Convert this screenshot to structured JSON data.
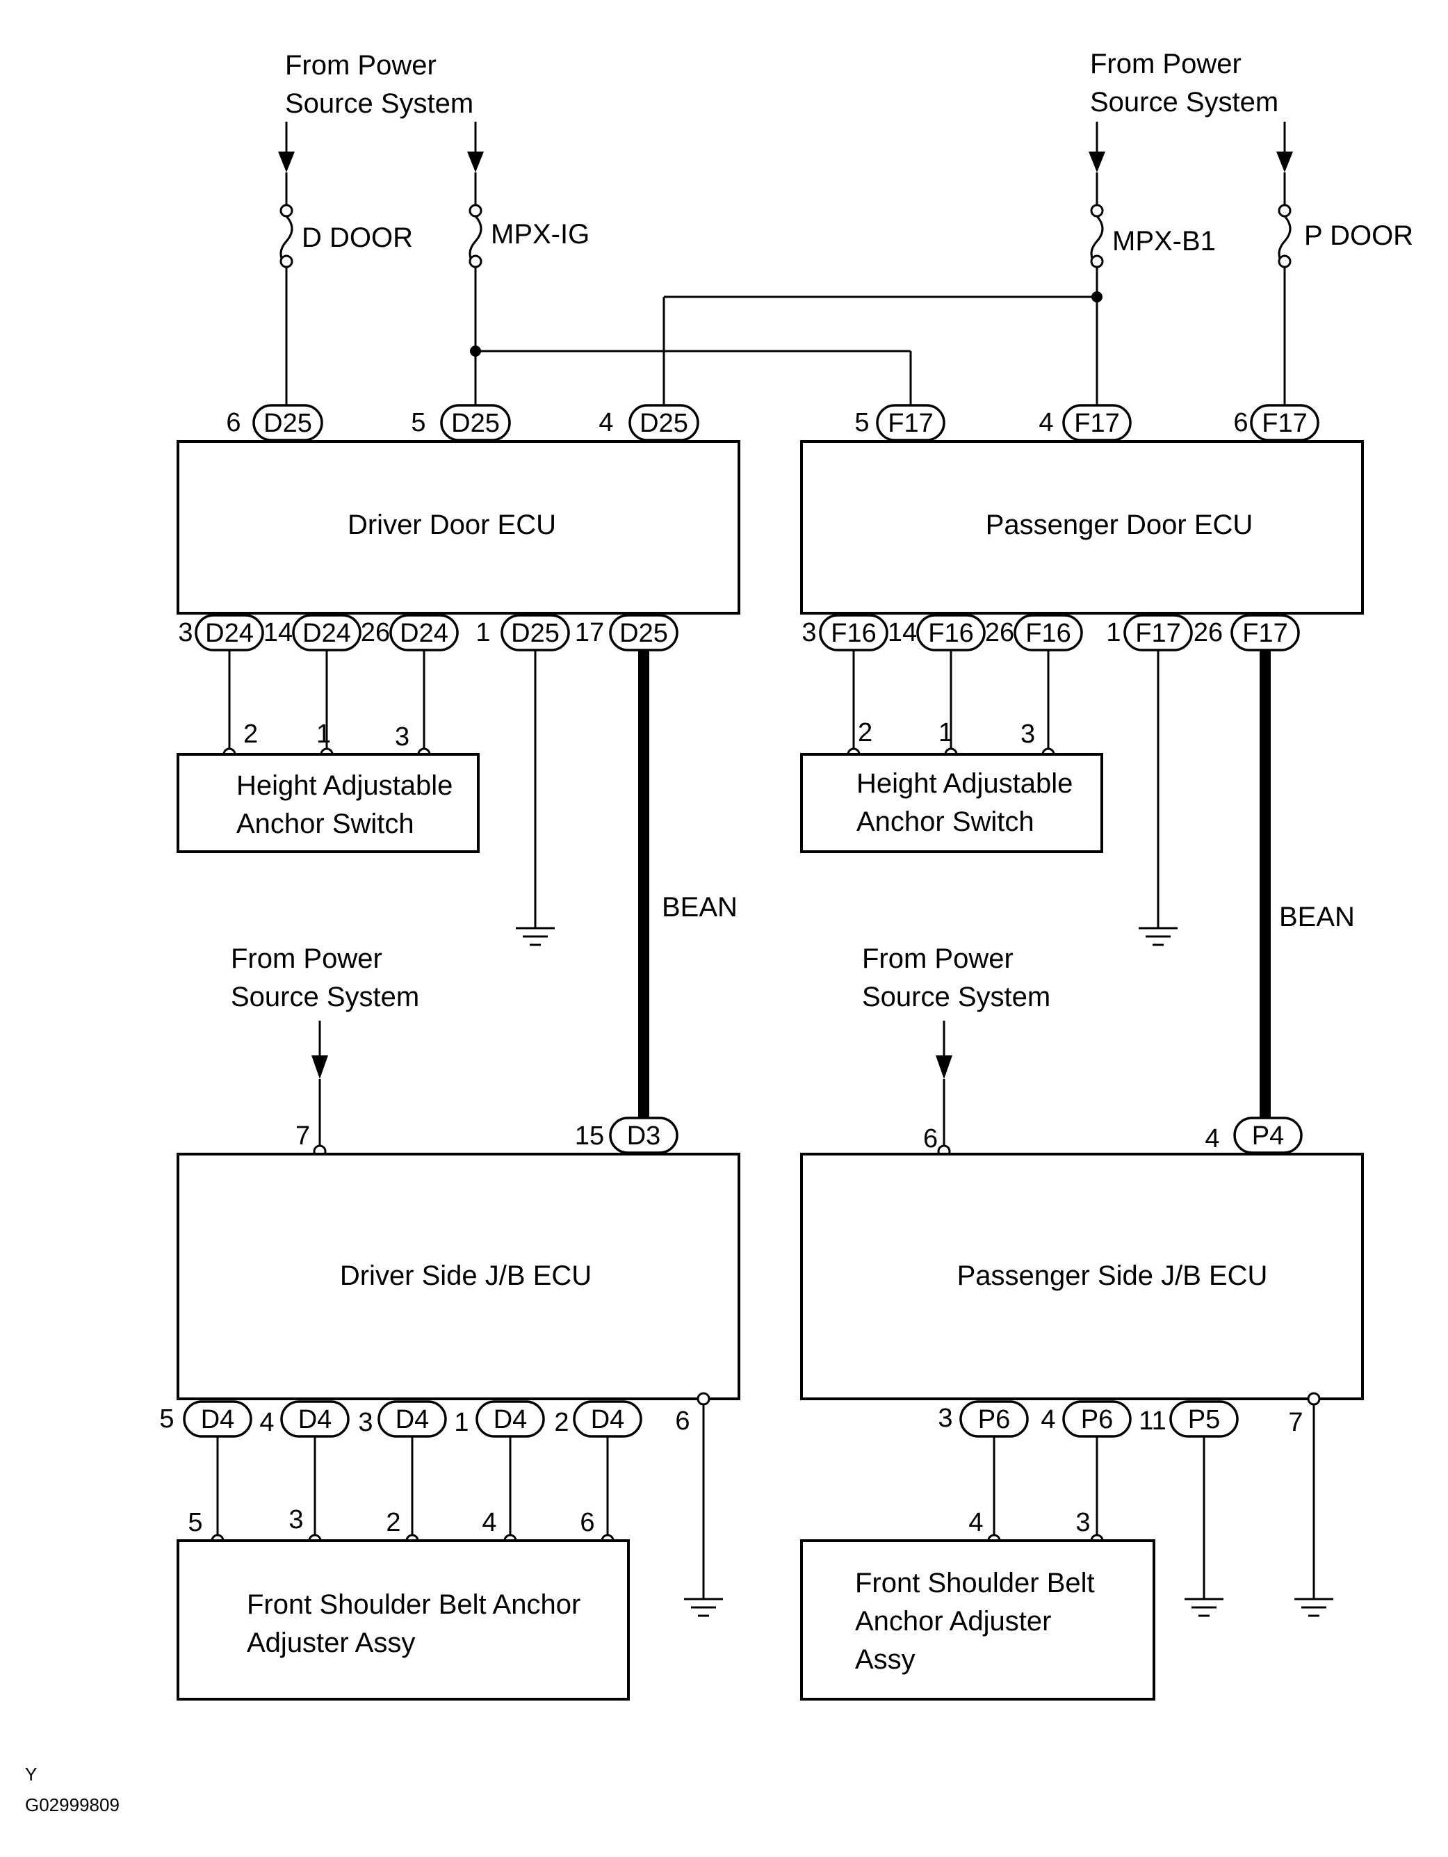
{
  "power_labels": {
    "top_left": [
      "From Power",
      "Source System"
    ],
    "top_right": [
      "From Power",
      "Source System"
    ],
    "mid_left": [
      "From Power",
      "Source System"
    ],
    "mid_right": [
      "From Power",
      "Source System"
    ]
  },
  "fuses": {
    "d_door": "D DOOR",
    "mpx_ig": "MPX-IG",
    "mpx_b1": "MPX-B1",
    "p_door": "P DOOR"
  },
  "components": {
    "driver_door_ecu": "Driver Door ECU",
    "passenger_door_ecu": "Passenger Door ECU",
    "driver_switch": [
      "Height  Adjustable",
      "Anchor Switch"
    ],
    "passenger_switch": [
      "Height  Adjustable",
      "Anchor Switch"
    ],
    "driver_jb_ecu": "Driver Side J/B ECU",
    "passenger_jb_ecu": "Passenger Side J/B ECU",
    "driver_adjuster": [
      "Front Shoulder Belt Anchor",
      "Adjuster Assy"
    ],
    "passenger_adjuster": [
      "Front Shoulder Belt",
      "Anchor Adjuster",
      "Assy"
    ]
  },
  "bus_labels": {
    "left": "BEAN",
    "right": "BEAN"
  },
  "connectors": {
    "dde_top": [
      {
        "pin": "6",
        "conn": "D25"
      },
      {
        "pin": "5",
        "conn": "D25"
      },
      {
        "pin": "4",
        "conn": "D25"
      }
    ],
    "pde_top": [
      {
        "pin": "5",
        "conn": "F17"
      },
      {
        "pin": "4",
        "conn": "F17"
      },
      {
        "pin": "6",
        "conn": "F17"
      }
    ],
    "dde_bottom": [
      {
        "pin": "3",
        "conn": "D24"
      },
      {
        "pin": "14",
        "conn": "D24"
      },
      {
        "pin": "26",
        "conn": "D24"
      },
      {
        "pin": "1",
        "conn": "D25"
      },
      {
        "pin": "17",
        "conn": "D25"
      }
    ],
    "pde_bottom": [
      {
        "pin": "3",
        "conn": "F16"
      },
      {
        "pin": "14",
        "conn": "F16"
      },
      {
        "pin": "26",
        "conn": "F16"
      },
      {
        "pin": "1",
        "conn": "F17"
      },
      {
        "pin": "26",
        "conn": "F17"
      }
    ],
    "djb_top": {
      "pin": "15",
      "conn": "D3"
    },
    "pjb_top": {
      "pin": "4",
      "conn": "P4"
    },
    "djb_bottom": [
      {
        "pin": "5",
        "conn": "D4"
      },
      {
        "pin": "4",
        "conn": "D4"
      },
      {
        "pin": "3",
        "conn": "D4"
      },
      {
        "pin": "1",
        "conn": "D4"
      },
      {
        "pin": "2",
        "conn": "D4"
      }
    ],
    "pjb_bottom": [
      {
        "pin": "3",
        "conn": "P6"
      },
      {
        "pin": "4",
        "conn": "P6"
      },
      {
        "pin": "11",
        "conn": "P5"
      }
    ]
  },
  "pins": {
    "driver_switch": [
      "2",
      "1",
      "3"
    ],
    "passenger_switch": [
      "2",
      "1",
      "3"
    ],
    "djb_power": "7",
    "pjb_power": "6",
    "djb_ground": "6",
    "pjb_ground": "7",
    "driver_adjuster": [
      "5",
      "3",
      "2",
      "4",
      "6"
    ],
    "passenger_adjuster": [
      "4",
      "3"
    ]
  },
  "footer": {
    "letter": "Y",
    "code": "G02999809"
  }
}
